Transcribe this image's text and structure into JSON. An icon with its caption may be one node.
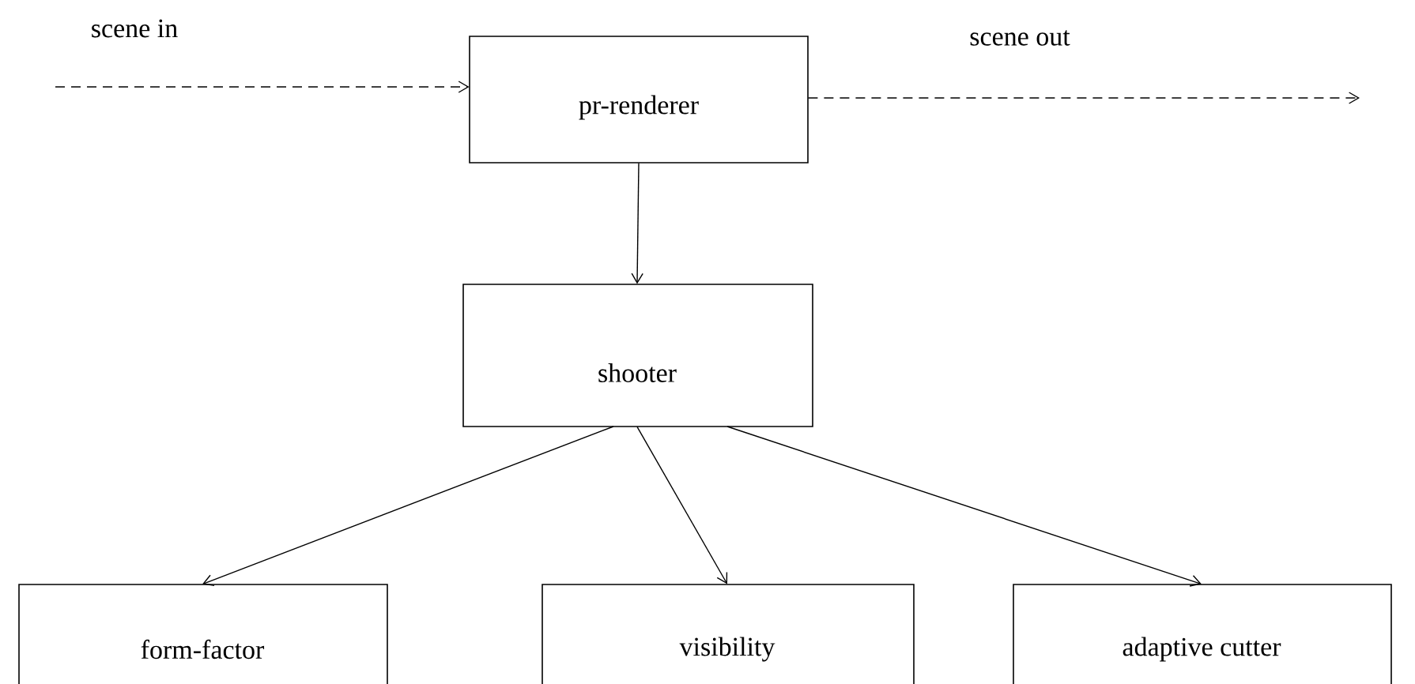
{
  "diagram": {
    "nodes": [
      {
        "text": [
          "pr-renderer"
        ]
      },
      {
        "text": [
          "shooter"
        ]
      },
      {
        "text": [
          "form-factor"
        ]
      },
      {
        "text": [
          "visibility"
        ]
      },
      {
        "text": [
          "adaptive cutter"
        ]
      }
    ],
    "edges": [
      {
        "from": null,
        "to": 0,
        "arrow": "to",
        "style": "dashed",
        "label": "scene in"
      },
      {
        "from": 0,
        "to": null,
        "arrow": "to",
        "style": "dashed",
        "label": "scene out"
      },
      {
        "from": 0,
        "to": 1,
        "arrow": "to"
      },
      {
        "from": 1,
        "to": 2,
        "arrow": "to"
      },
      {
        "from": 1,
        "to": 3,
        "arrow": "to"
      },
      {
        "from": 1,
        "to": 4,
        "arrow": "to"
      }
    ]
  }
}
